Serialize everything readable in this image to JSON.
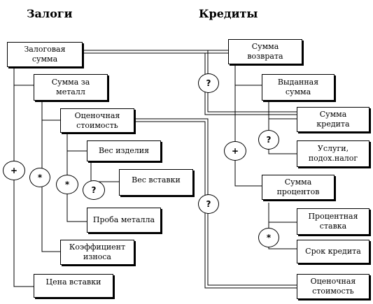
{
  "headings": {
    "left": "Залоги",
    "right": "Кредиты"
  },
  "boxes": {
    "zalog_summa": "Залоговая\nсумма",
    "summa_metall": "Сумма за\nметалл",
    "ocenka_left": "Оценочная\nстоимость",
    "ves_izdelia": "Вес изделия",
    "ves_vstavki": "Вес вставки",
    "proba": "Проба металла",
    "koef": "Коэффициент\nизноса",
    "cena_vstavki": "Цена вставки",
    "summa_vozvrata": "Сумма\nвозврата",
    "vydannaya": "Выданная\nсумма",
    "summa_kredita": "Сумма\nкредита",
    "uslugi": "Услуги,\nподох.налог",
    "summa_procentov": "Сумма\nпроцентов",
    "procent_stavka": "Процентная\nставка",
    "srok": "Срок кредита",
    "ocenka_right": "Оценочная\nстоимость"
  },
  "operators": {
    "plus_left": "+",
    "mult_outer": "*",
    "mult_inner": "*",
    "q_ves": "?",
    "q_top": "?",
    "q_mid": "?",
    "plus_right": "+",
    "q_right": "?",
    "mult_right": "*"
  },
  "colors": {
    "line": "#000000",
    "box_fill": "#ffffff"
  }
}
